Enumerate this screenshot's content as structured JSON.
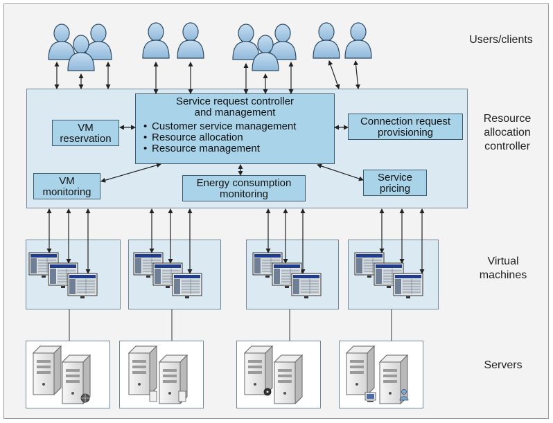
{
  "labels": {
    "users": "Users/clients",
    "controller": [
      "Resource",
      "allocation",
      "controller"
    ],
    "vms": [
      "Virtual",
      "machines"
    ],
    "servers": "Servers"
  },
  "boxes": {
    "service_request": {
      "title": [
        "Service request controller",
        "and management"
      ],
      "bullets": [
        "Customer service management",
        "Resource allocation",
        "Resource management"
      ]
    },
    "vm_reservation": [
      "VM",
      "reservation"
    ],
    "connection": [
      "Connection request",
      "provisioning"
    ],
    "vm_monitoring": [
      "VM",
      "monitoring"
    ],
    "energy": [
      "Energy consumption",
      "monitoring"
    ],
    "pricing": [
      "Service",
      "pricing"
    ]
  },
  "colors": {
    "panel_fill": "#dbe9f3",
    "box_fill": "#a9d3e9",
    "user_fill": "#a9cbe6",
    "frame_fill": "#f3f3f3"
  },
  "icons": {
    "user": "user-icon",
    "vm": "vm-monitor-icon",
    "server": "server-tower-icon"
  }
}
